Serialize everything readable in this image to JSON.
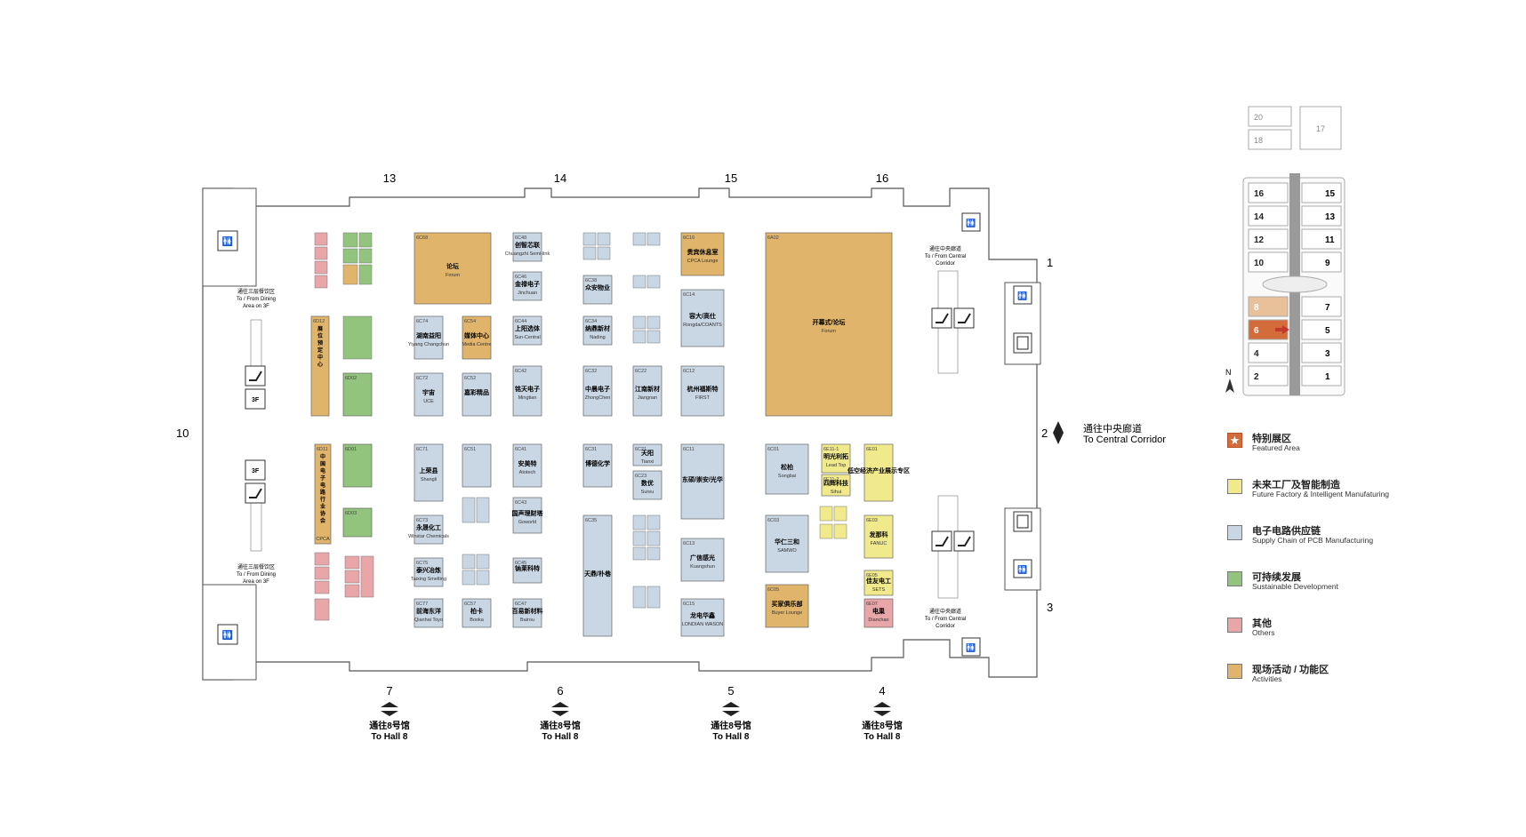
{
  "colors": {
    "featured": "#d36b3a",
    "future_factory": "#f0ea8c",
    "supply_chain": "#c9d6e4",
    "sustainable": "#93c47d",
    "others": "#e8a6a8",
    "activities": "#e0b46a",
    "hall_fill": "#ffffff",
    "hall_stroke": "#555555"
  },
  "map": {
    "column_numbers": {
      "top": [
        "13",
        "14",
        "15",
        "16"
      ],
      "bottom": [
        "7",
        "6",
        "5",
        "4"
      ]
    },
    "side_numbers": {
      "right": [
        "1",
        "2",
        "3"
      ],
      "left": "10"
    },
    "central_corridor": "通往中央廊道\nTo  Central Corridor",
    "to_hall8": [
      "通往8号馆",
      "To Hall 8"
    ],
    "dining_top": [
      "通往三层餐饮区",
      "To / From Dining",
      "Area on 3F"
    ],
    "dining_bottom": [
      "通往三层餐饮区",
      "To / From Dining",
      "Area on 3F"
    ],
    "central_corridor_small_top": [
      "通往中央廊道",
      "To / From Central",
      "Corridor"
    ],
    "central_corridor_small_bottom": [
      "通往中央廊道",
      "To / From Central",
      "Corridor"
    ],
    "toilet_label": "洗手间\nToilet",
    "elevator_3f": "3F"
  },
  "booths": [
    {
      "id": "6C68",
      "zh": "论坛",
      "en": "Forum",
      "cat": "activities"
    },
    {
      "id": "6A02",
      "zh": "开幕式/论坛",
      "en": "Forum",
      "cat": "activities"
    },
    {
      "id": "6C16",
      "zh": "贵宾休息室",
      "en": "CPCA Lounge",
      "cat": "activities"
    },
    {
      "id": "6C54",
      "zh": "媒体中心",
      "en": "Media Centre",
      "cat": "activities"
    },
    {
      "id": "6D12",
      "zh": "展位预定中心",
      "en": "",
      "cat": "activities"
    },
    {
      "id": "6D11",
      "zh": "中国电子电路行业协会",
      "en": "CPCA",
      "cat": "activities"
    },
    {
      "id": "6C05",
      "zh": "买家俱乐部",
      "en": "Buyer Lounge",
      "cat": "activities"
    },
    {
      "id": "6C48",
      "zh": "创智芯联",
      "en": "Chuangzhi Semi-link",
      "cat": "supply"
    },
    {
      "id": "6C46",
      "zh": "金禄电子",
      "en": "Jinchuan",
      "cat": "supply"
    },
    {
      "id": "6C44",
      "zh": "上阳选体",
      "en": "Sun-Central",
      "cat": "supply"
    },
    {
      "id": "6C42",
      "zh": "铭天电子",
      "en": "Mingtian",
      "cat": "supply"
    },
    {
      "id": "6C41",
      "zh": "安美特",
      "en": "Atotech",
      "cat": "supply"
    },
    {
      "id": "6C43",
      "zh": "国声理财塔",
      "en": "Goworld",
      "cat": "supply"
    },
    {
      "id": "6C45",
      "zh": "钠莱科特",
      "en": "",
      "cat": "supply"
    },
    {
      "id": "6C47",
      "zh": "百易新材料",
      "en": "Bairou",
      "cat": "supply"
    },
    {
      "id": "6C74",
      "zh": "湖南益阳",
      "en": "Yiyang Changchun",
      "cat": "supply"
    },
    {
      "id": "6C72",
      "zh": "宇宙",
      "en": "UCE",
      "cat": "supply"
    },
    {
      "id": "6C52",
      "zh": "嘉彩精品",
      "en": "",
      "cat": "supply"
    },
    {
      "id": "6C71",
      "zh": "上荣县",
      "en": "Shangli",
      "cat": "supply"
    },
    {
      "id": "6C73",
      "zh": "永晟化工",
      "en": "Winstar Chemicals",
      "cat": "supply"
    },
    {
      "id": "6C75",
      "zh": "泰兴冶炼",
      "en": "Taixing Smelting",
      "cat": "supply"
    },
    {
      "id": "6C77",
      "zh": "前海东洋",
      "en": "Qianhai Toyo",
      "cat": "supply"
    },
    {
      "id": "6C57",
      "zh": "柏卡",
      "en": "Booka",
      "cat": "supply"
    },
    {
      "id": "6C51",
      "zh": "",
      "en": "",
      "cat": "supply"
    },
    {
      "id": "6C38",
      "zh": "众安物业",
      "en": "",
      "cat": "supply"
    },
    {
      "id": "6C34",
      "zh": "纳鼎新材",
      "en": "Nading",
      "cat": "supply"
    },
    {
      "id": "6C32",
      "zh": "中晨电子",
      "en": "ZhongChen",
      "cat": "supply"
    },
    {
      "id": "6C31",
      "zh": "博德化学",
      "en": "",
      "cat": "supply"
    },
    {
      "id": "6C35",
      "zh": "天鼎/朴巷",
      "en": "",
      "cat": "supply"
    },
    {
      "id": "6C22",
      "zh": "江南新材",
      "en": "Jiangnan",
      "cat": "supply"
    },
    {
      "id": "6C21",
      "zh": "天阳",
      "en": "Tianxi",
      "cat": "supply"
    },
    {
      "id": "6C23",
      "zh": "数优",
      "en": "Sureu",
      "cat": "supply"
    },
    {
      "id": "6C14",
      "zh": "容大/高仕",
      "en": "Rongda/COANTS",
      "cat": "supply"
    },
    {
      "id": "6C12",
      "zh": "杭州福斯特",
      "en": "FIRST",
      "cat": "supply"
    },
    {
      "id": "6C11",
      "zh": "东硕/崇安/光华",
      "en": "",
      "cat": "supply"
    },
    {
      "id": "6C13",
      "zh": "广信感光",
      "en": "Kuangshun",
      "cat": "supply"
    },
    {
      "id": "6C15",
      "zh": "龙电华鑫",
      "en": "LONDIAN WASON",
      "cat": "supply"
    },
    {
      "id": "6C01",
      "zh": "松柏",
      "en": "Songbai",
      "cat": "supply"
    },
    {
      "id": "6C03",
      "zh": "华仁三和",
      "en": "SAMWO",
      "cat": "supply"
    },
    {
      "id": "6E11-1",
      "zh": "明光利拓",
      "en": "Lead Top",
      "cat": "future"
    },
    {
      "id": "6E11-2",
      "zh": "四辉科技",
      "en": "Sihui",
      "cat": "future"
    },
    {
      "id": "6E01",
      "zh": "低空经济产业展示专区",
      "en": "",
      "cat": "future"
    },
    {
      "id": "6E03",
      "zh": "发那科",
      "en": "FANUC",
      "cat": "future"
    },
    {
      "id": "6E05",
      "zh": "佳友电工",
      "en": "SETS",
      "cat": "future"
    },
    {
      "id": "6E07",
      "zh": "电巢",
      "en": "Dianchao",
      "cat": "others"
    },
    {
      "id": "6D01",
      "zh": "",
      "en": "",
      "cat": "sustainable"
    },
    {
      "id": "6D02",
      "zh": "",
      "en": "",
      "cat": "sustainable"
    },
    {
      "id": "6D03",
      "zh": "",
      "en": "",
      "cat": "sustainable"
    }
  ],
  "locator": {
    "halls_left": [
      "16",
      "14",
      "12",
      "10",
      "8",
      "6",
      "4",
      "2"
    ],
    "halls_right": [
      "15",
      "13",
      "11",
      "9",
      "7",
      "5",
      "3",
      "1"
    ],
    "top_halls": [
      "20",
      "18",
      "17"
    ],
    "current_hall": "6",
    "north": "N"
  },
  "legend": [
    {
      "zh": "特别展区",
      "en": "Featured Area",
      "color_key": "featured",
      "icon": "star-icon"
    },
    {
      "zh": "未来工厂及智能制造",
      "en": "Future Factory & Intelligent Manufaturing",
      "color_key": "future_factory"
    },
    {
      "zh": "电子电路供应链",
      "en": "Supply Chain of PCB Manufacturing",
      "color_key": "supply_chain"
    },
    {
      "zh": "可持续发展",
      "en": "Sustainable Development",
      "color_key": "sustainable"
    },
    {
      "zh": "其他",
      "en": "Others",
      "color_key": "others"
    },
    {
      "zh": "现场活动 / 功能区",
      "en": "Activities",
      "color_key": "activities"
    }
  ]
}
